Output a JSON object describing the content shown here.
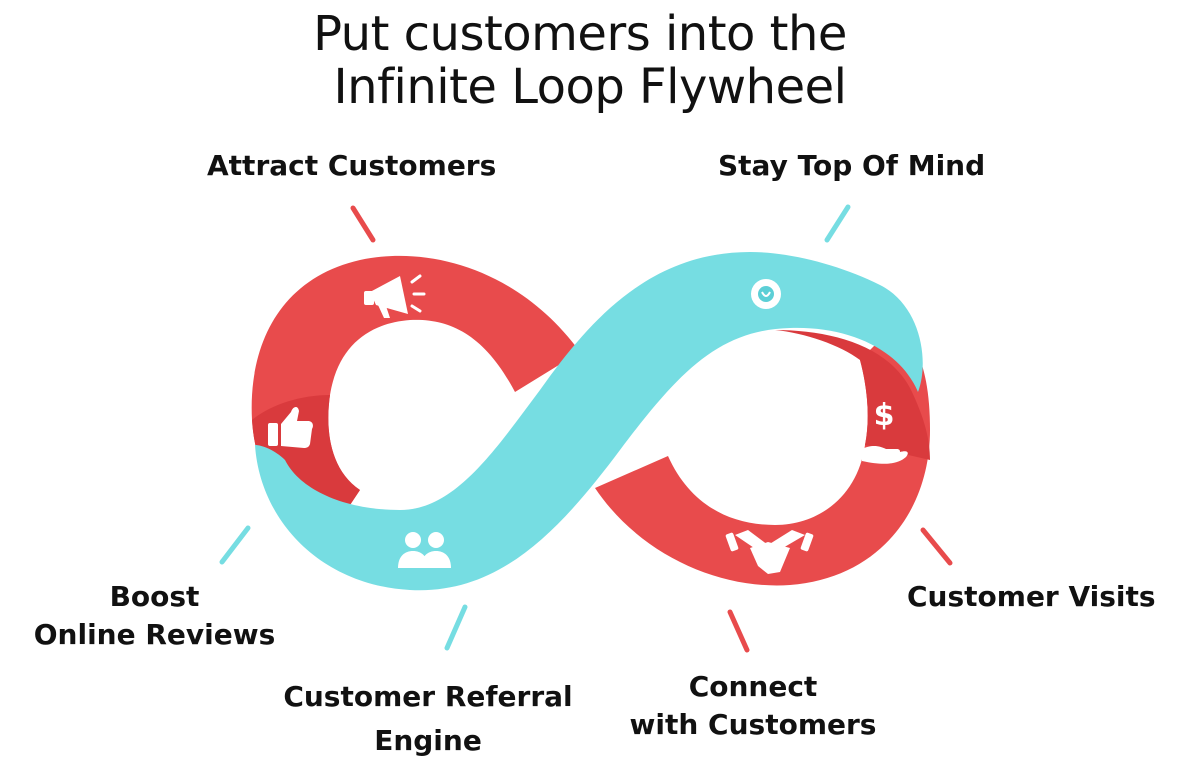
{
  "title": {
    "line1": "Put customers into the",
    "line2": "Infinite Loop Flywheel"
  },
  "stages": {
    "attract": {
      "label": "Attract Customers",
      "icon": "megaphone-icon"
    },
    "stay_top": {
      "label": "Stay Top Of Mind",
      "icon": "heart-badge-icon"
    },
    "boost_reviews": {
      "line1": "Boost",
      "line2": "Online Reviews",
      "icon": "thumbs-up-icon"
    },
    "referral": {
      "line1": "Customer Referral",
      "line2": "Engine",
      "icon": "people-icon"
    },
    "connect": {
      "line1": "Connect",
      "line2": "with Customers",
      "icon": "handshake-icon"
    },
    "visits": {
      "label": "Customer Visits",
      "icon": "dollar-hand-icon"
    }
  },
  "colors": {
    "red": "#e84b4c",
    "red_dark": "#d93a3d",
    "cyan": "#76dde2",
    "text": "#111111",
    "background": "#ffffff"
  }
}
